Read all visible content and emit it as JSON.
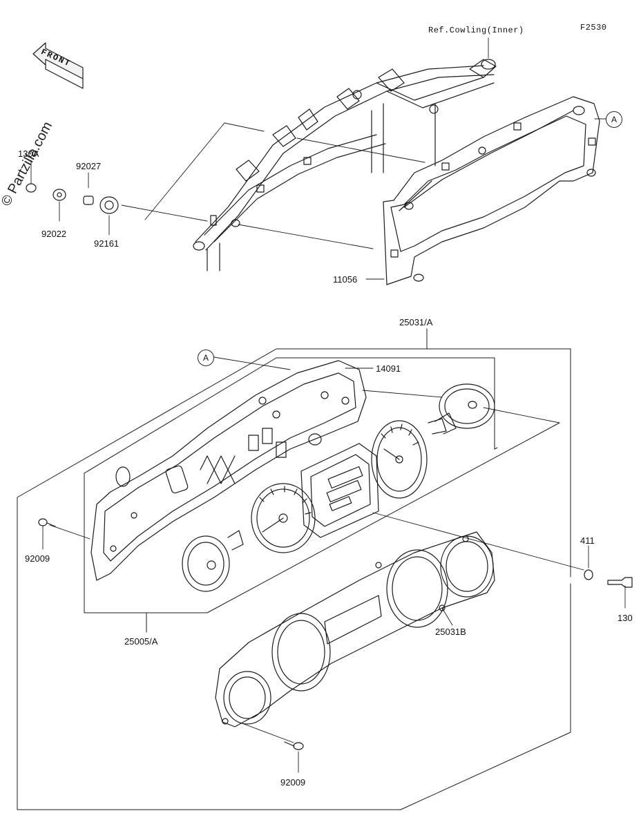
{
  "figure": {
    "code": "F2530",
    "watermark": "© Partzilla.com",
    "front_label": "FRONT",
    "reference_note": "Ref.Cowling(Inner)",
    "callout_letter": "A"
  },
  "parts": {
    "p130A": "130A",
    "p92027": "92027",
    "p92022": "92022",
    "p92161": "92161",
    "p11056": "11056",
    "p25031A": "25031/A",
    "p14091": "14091",
    "p92009_left": "92009",
    "p25005A": "25005/A",
    "p411": "411",
    "p130": "130",
    "p25031B": "25031B",
    "p92009_bottom": "92009"
  }
}
